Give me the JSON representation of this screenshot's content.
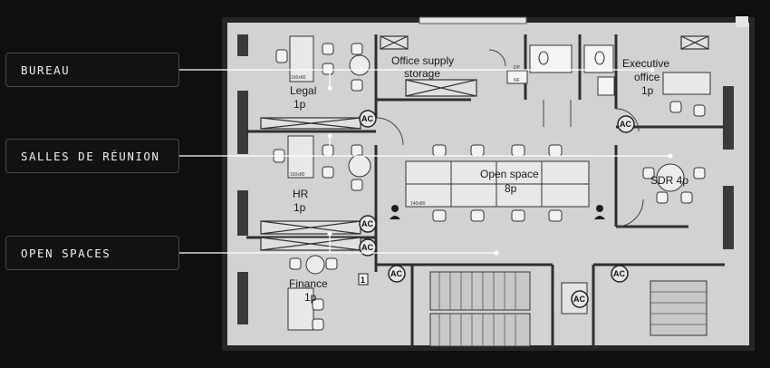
{
  "legend": [
    {
      "key": "bureau",
      "label": "BUREAU"
    },
    {
      "key": "reunion",
      "label": "SALLES DE RÉUNION"
    },
    {
      "key": "open",
      "label": "OPEN SPACES"
    }
  ],
  "rooms": {
    "office_supply_l1": "Office supply",
    "office_supply_l2": "storage",
    "exec_l1": "Executive",
    "exec_l2": "office",
    "exec_l3": "1p",
    "legal_l1": "Legal",
    "legal_l2": "1p",
    "hr_l1": "HR",
    "hr_l2": "1p",
    "finance_l1": "Finance",
    "finance_l2": "1p",
    "open_l1": "Open space",
    "open_l2": "8p",
    "sdr": "SDR 4p"
  },
  "markers": {
    "ac": "AC",
    "desk_dims_a": "160x80",
    "desk_dims_b": "140x80",
    "stair_num": "1",
    "panel_a": "DP",
    "panel_b": "NF"
  },
  "colors": {
    "background": "#0f0f0f",
    "floor": "#cfcfcf",
    "wall": "#2b2b2b",
    "leader": "#ffffff",
    "dot": "#ffffff"
  }
}
